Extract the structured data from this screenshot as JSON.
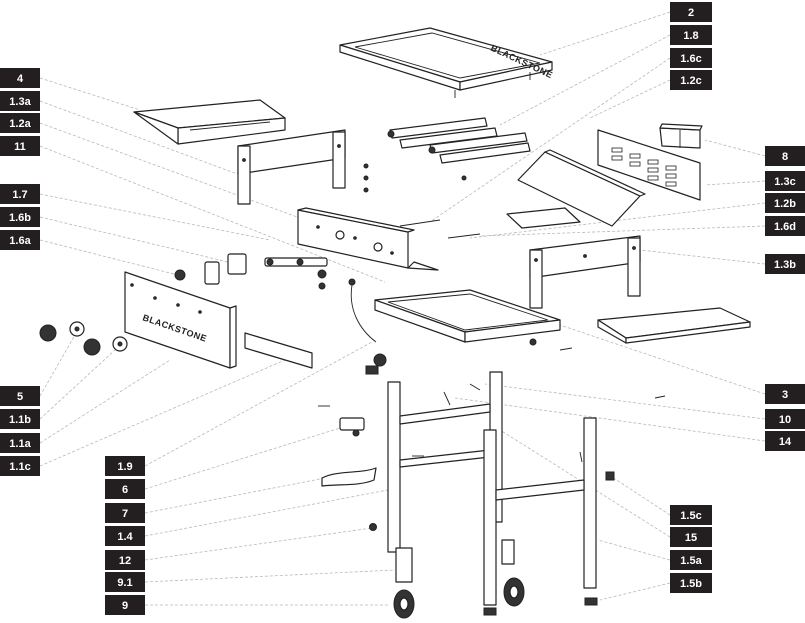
{
  "brand_text": "BLACKSTONE",
  "labels": {
    "l2": "2",
    "l1_8": "1.8",
    "l1_6c": "1.6c",
    "l1_2c": "1.2c",
    "l8": "8",
    "l1_3c": "1.3c",
    "l1_2b": "1.2b",
    "l1_6d": "1.6d",
    "l1_3b": "1.3b",
    "l3": "3",
    "l10": "10",
    "l14": "14",
    "l1_5c": "1.5c",
    "l15": "15",
    "l1_5a": "1.5a",
    "l1_5b": "1.5b",
    "l4": "4",
    "l1_3a": "1.3a",
    "l1_2a": "1.2a",
    "l11": "11",
    "l1_7": "1.7",
    "l1_6b": "1.6b",
    "l1_6a": "1.6a",
    "l5": "5",
    "l1_1b": "1.1b",
    "l1_1a": "1.1a",
    "l1_1c": "1.1c",
    "l1_9": "1.9",
    "l6": "6",
    "l7": "7",
    "l1_4": "1.4",
    "l12": "12",
    "l9_1": "9.1",
    "l9": "9"
  }
}
